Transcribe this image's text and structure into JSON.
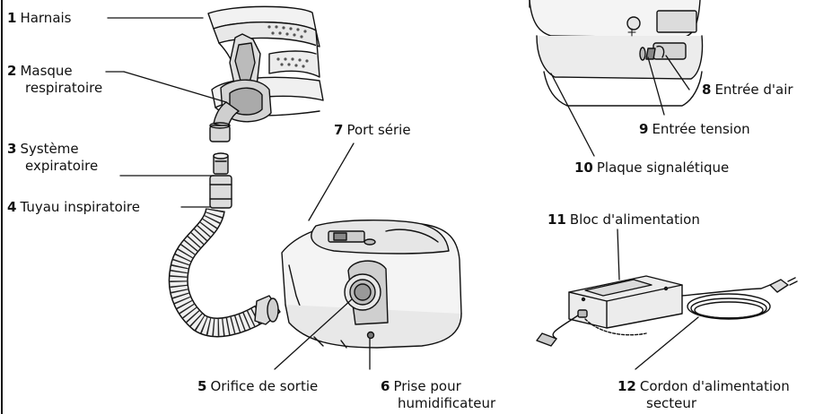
{
  "labels": [
    {
      "num": "1",
      "text": "Harnais"
    },
    {
      "num": "2",
      "text": "Masque",
      "text2": "respiratoire"
    },
    {
      "num": "3",
      "text": "Système",
      "text2": "expiratoire"
    },
    {
      "num": "4",
      "text": "Tuyau inspiratoire"
    },
    {
      "num": "5",
      "text": "Orifice de sortie"
    },
    {
      "num": "6",
      "text": "Prise pour",
      "text2": "humidificateur"
    },
    {
      "num": "7",
      "text": "Port série"
    },
    {
      "num": "8",
      "text": "Entrée d'air"
    },
    {
      "num": "9",
      "text": "Entrée tension"
    },
    {
      "num": "10",
      "text": "Plaque signalétique"
    },
    {
      "num": "11",
      "text": "Bloc d'alimentation"
    },
    {
      "num": "12",
      "text": "Cordon d'alimentation",
      "text2": "secteur"
    }
  ]
}
